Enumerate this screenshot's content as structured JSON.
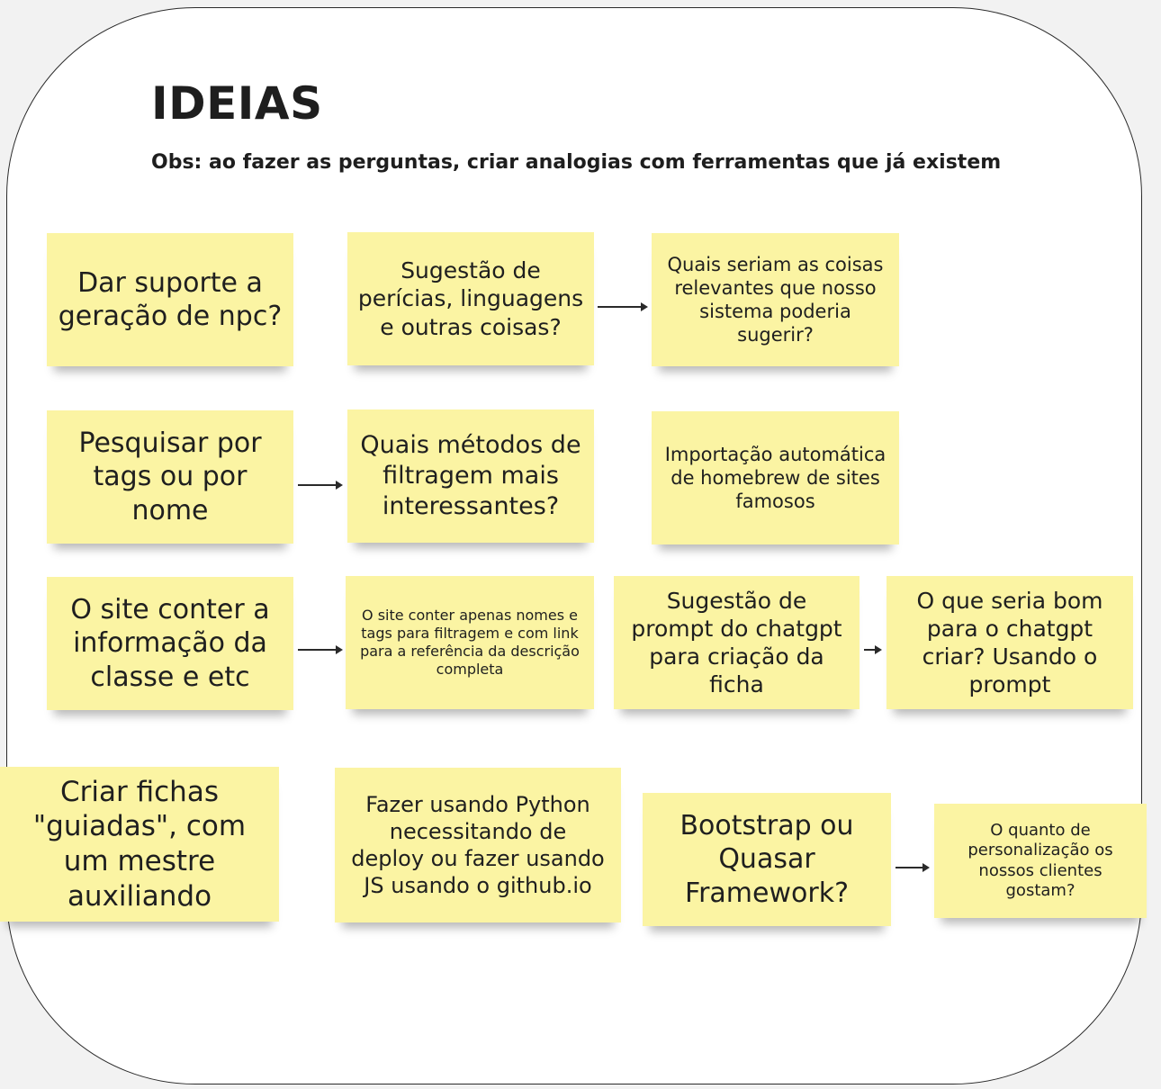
{
  "title": "IDEIAS",
  "subtitle": "Obs: ao fazer as perguntas, criar analogias com ferramentas que já existem",
  "notes": {
    "npc": "Dar suporte a geração de npc?",
    "pericias": "Sugestão de perícias, linguagens e outras coisas?",
    "relevantes": "Quais seriam as coisas relevantes que nosso sistema poderia sugerir?",
    "pesquisar": "Pesquisar por tags ou por nome",
    "filtragem": "Quais métodos de filtragem mais interessantes?",
    "importacao": "Importação automática de homebrew de sites famosos",
    "site_info": "O site conter a informação da classe e etc",
    "site_nomes": "O site conter apenas nomes e tags para filtragem e com link para a referência da descrição completa",
    "prompt": "Sugestão de prompt do chatgpt para criação da ficha",
    "chatgpt": "O que seria bom para o chatgpt criar? Usando o prompt",
    "fichas": "Criar fichas \"guiadas\", com um mestre auxiliando",
    "python": "Fazer usando Python necessitando de deploy ou fazer usando JS usando o github.io",
    "bootstrap": "Bootstrap ou Quasar Framework?",
    "personalizacao": "O quanto de personalização os nossos clientes gostam?"
  },
  "colors": {
    "sticky": "#fbf4a3",
    "border": "#2b2b2b",
    "text": "#1f1f1f"
  }
}
